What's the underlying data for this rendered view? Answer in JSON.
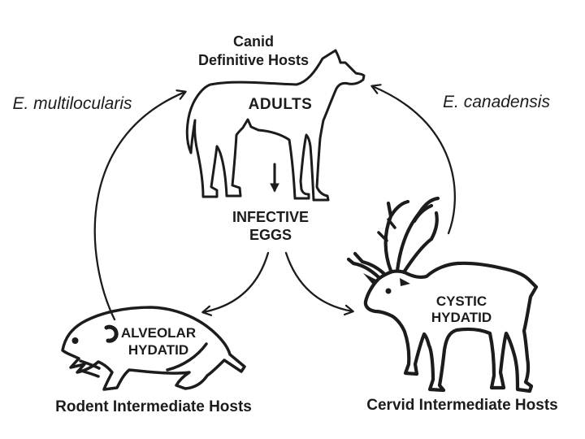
{
  "palette": {
    "ink": "#1c1c1c",
    "background": "#ffffff"
  },
  "icons": {
    "definitive_host": "dog-silhouette",
    "rodent_host": "vole-silhouette",
    "cervid_host": "caribou-silhouette"
  },
  "cycle": {
    "canid": {
      "title_line1": "Canid",
      "title_line2": "Definitive Hosts",
      "stage": "ADULTS"
    },
    "eggs": {
      "line1": "INFECTIVE",
      "line2": "EGGS"
    },
    "rodent": {
      "lesion_line1": "ALVEOLAR",
      "lesion_line2": "HYDATID",
      "caption": "Rodent Intermediate Hosts"
    },
    "cervid": {
      "lesion_line1": "CYSTIC",
      "lesion_line2": "HYDATID",
      "caption": "Cervid Intermediate Hosts"
    },
    "species": {
      "left": "E. multilocularis",
      "right": "E. canadensis"
    }
  }
}
